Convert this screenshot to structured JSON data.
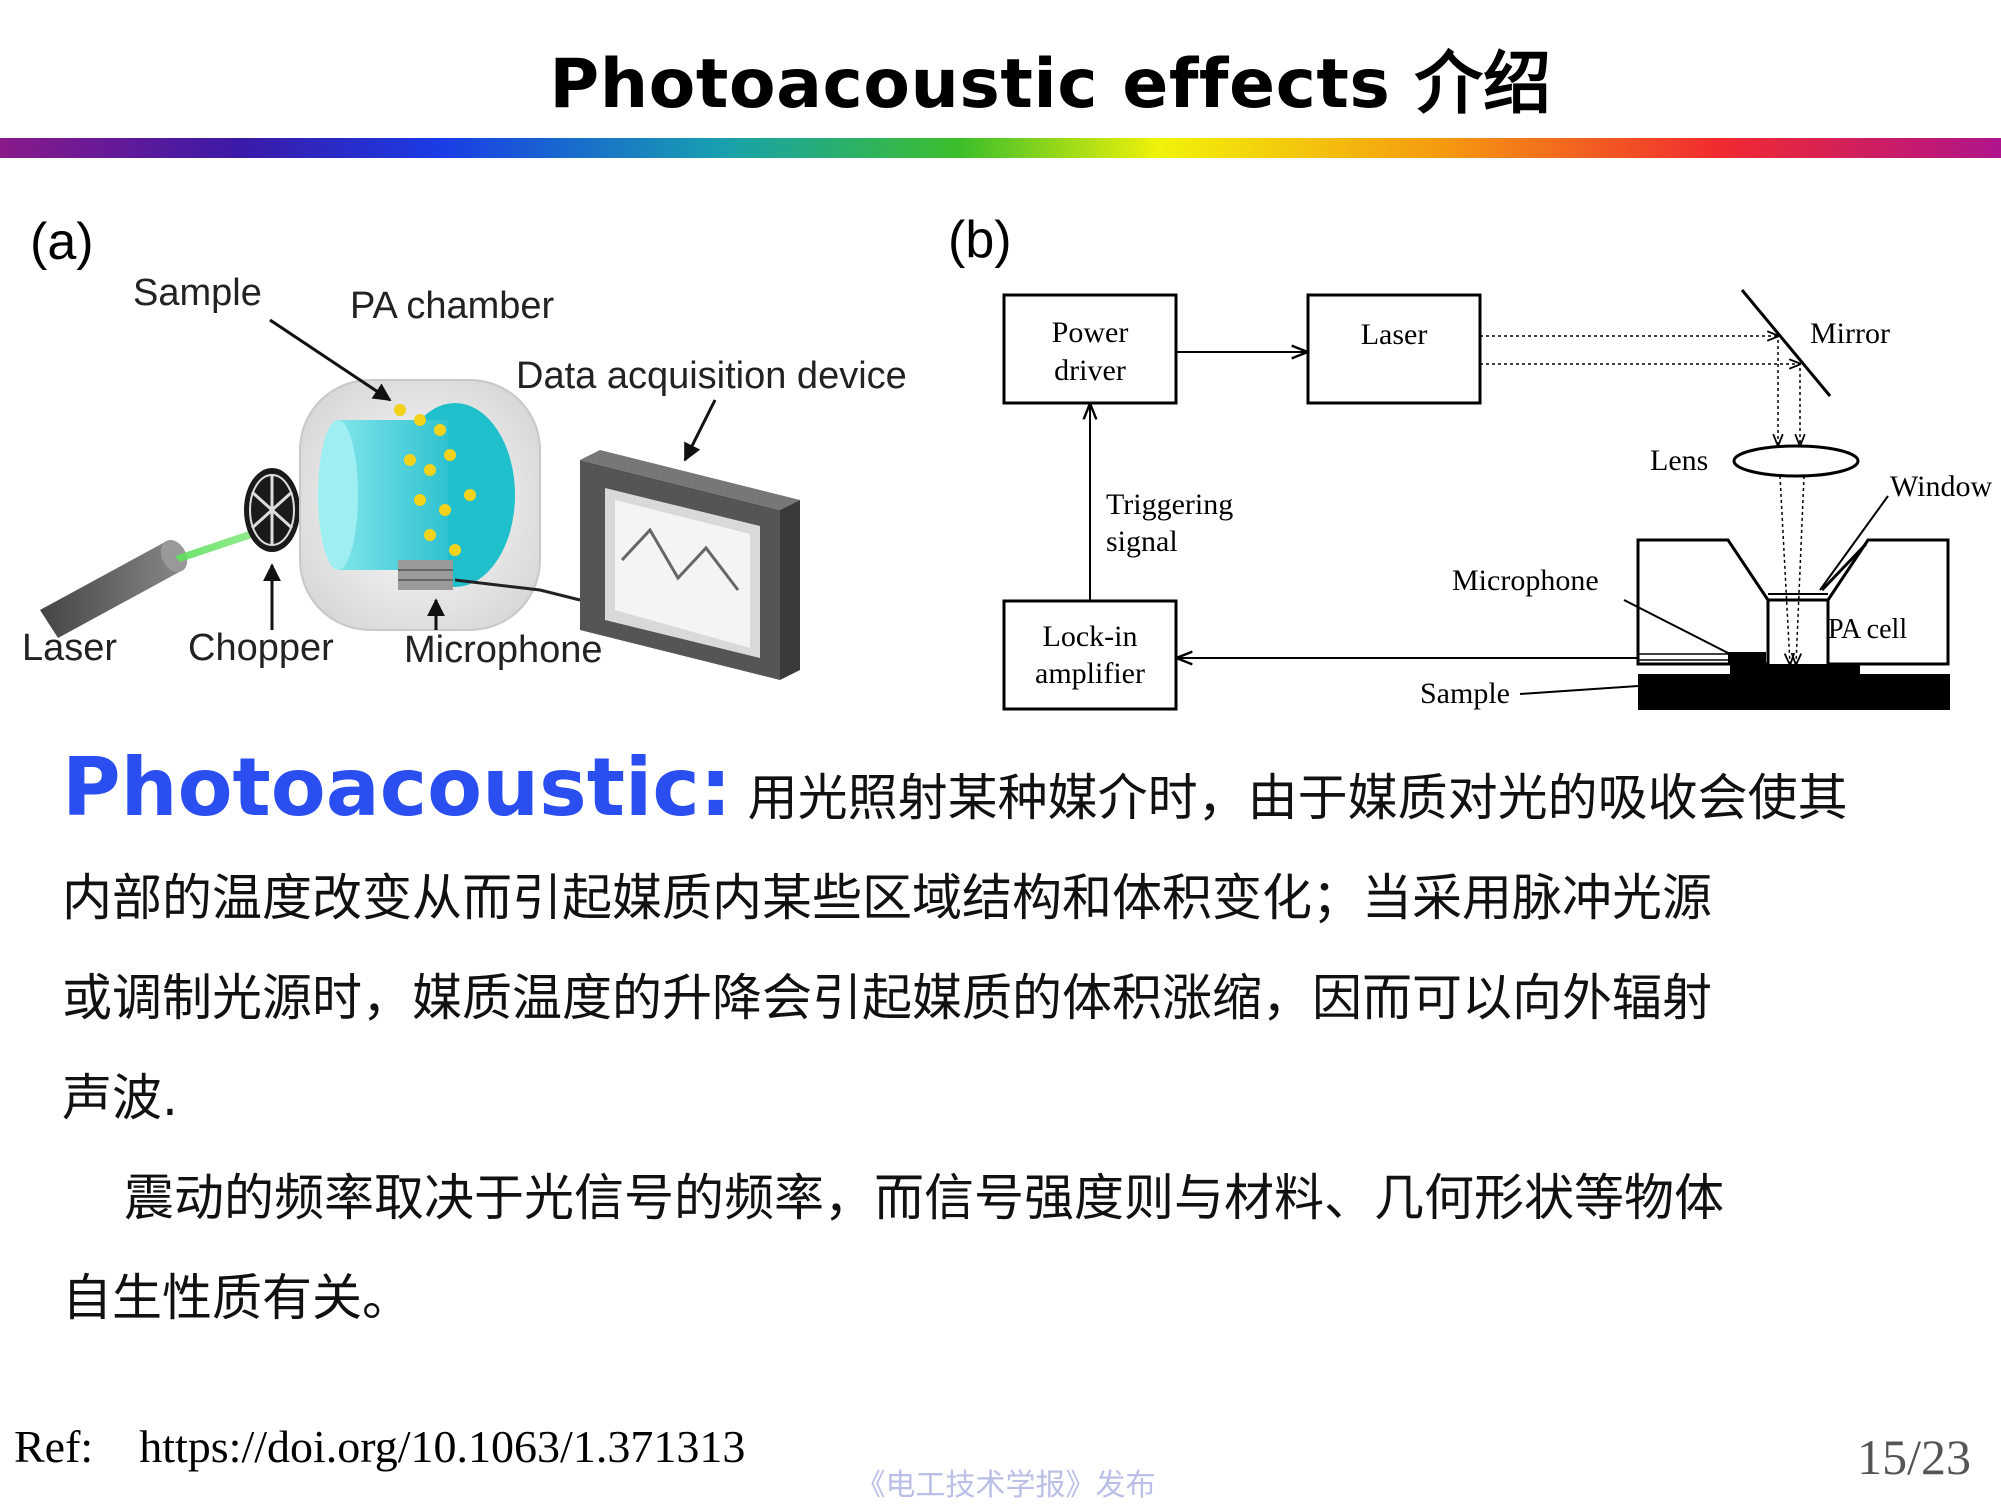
{
  "title": "Photoacoustic effects 介绍",
  "panel_a": {
    "label": "(a)",
    "labels": {
      "sample": "Sample",
      "pa_chamber": "PA chamber",
      "daq": "Data acquisition device",
      "laser": "Laser",
      "chopper": "Chopper",
      "microphone": "Microphone"
    }
  },
  "panel_b": {
    "label": "(b)",
    "labels": {
      "power_driver_1": "Power",
      "power_driver_2": "driver",
      "laser": "Laser",
      "mirror": "Mirror",
      "lens": "Lens",
      "window": "Window",
      "triggering_1": "Triggering",
      "triggering_2": "signal",
      "microphone": "Microphone",
      "pa_cell": "PA cell",
      "lockin_1": "Lock-in",
      "lockin_2": "amplifier",
      "sample": "Sample"
    }
  },
  "body": {
    "keyword": "Photoacoustic:",
    "line1": "用光照射某种媒介时，由于媒质对光的吸收会使其",
    "line2": "内部的温度改变从而引起媒质内某些区域结构和体积变化；当采用脉冲光源",
    "line3": "或调制光源时，媒质温度的升降会引起媒质的体积涨缩，因而可以向外辐射",
    "line4": "声波.",
    "line5": "震动的频率取决于光信号的频率，而信号强度则与材料、几何形状等物体",
    "line6": "自生性质有关。"
  },
  "footer": {
    "ref": "Ref:    https://doi.org/10.1063/1.371313",
    "publisher": "《电工技术学报》发布",
    "page": "15/23"
  }
}
